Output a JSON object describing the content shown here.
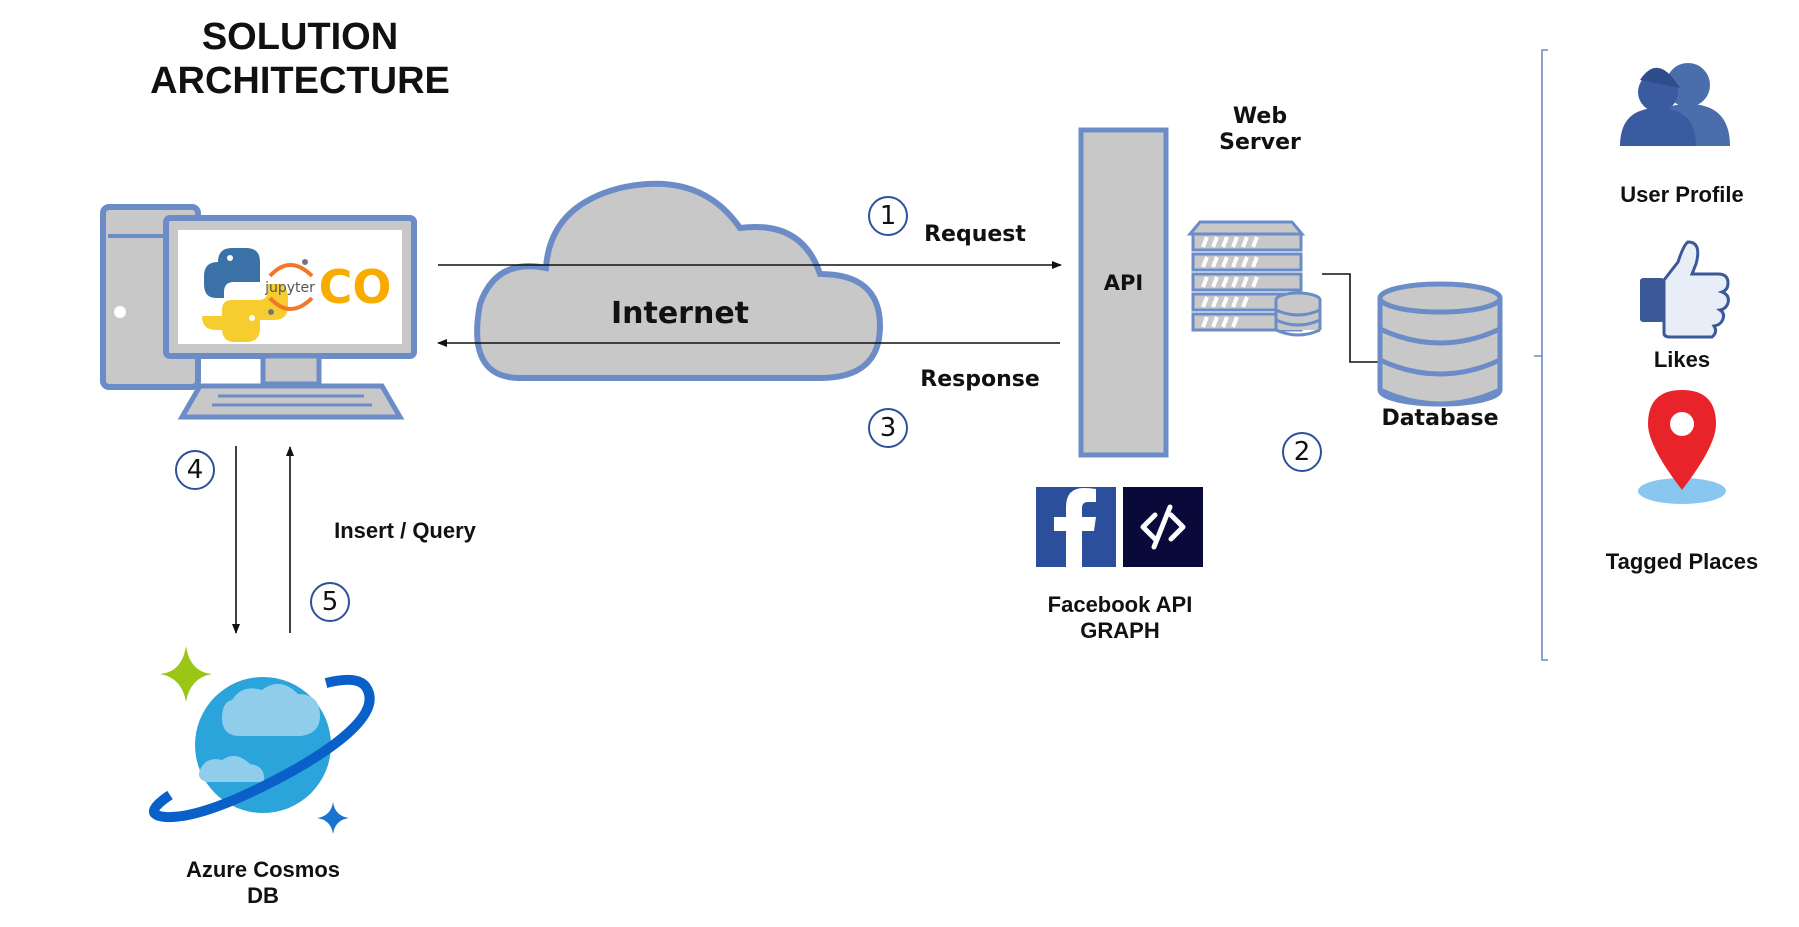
{
  "title": {
    "line1": "SOLUTION",
    "line2": "ARCHITECTURE"
  },
  "nodes": {
    "internet": "Internet",
    "api": "API",
    "web_server": {
      "line1": "Web",
      "line2": "Server"
    },
    "database": "Database",
    "facebook_api": {
      "line1": "Facebook API",
      "line2": "GRAPH"
    },
    "cosmos": {
      "line1": "Azure Cosmos",
      "line2": "DB"
    },
    "client_apps": {
      "jupyter": "jupyter",
      "colab": "CO"
    }
  },
  "edges": {
    "request": "Request",
    "response": "Response",
    "insert_query": "Insert / Query"
  },
  "steps": [
    "1",
    "2",
    "3",
    "4",
    "5"
  ],
  "data_types": [
    {
      "label": "User Profile",
      "icon": "users-icon"
    },
    {
      "label": "Likes",
      "icon": "thumbs-up-icon"
    },
    {
      "label": "Tagged Places",
      "icon": "map-pin-icon"
    }
  ],
  "colors": {
    "outline_blue": "#6b8cc7",
    "gray_fill": "#c8c8c8",
    "facebook_blue": "#3b5998",
    "step_circle": "#2e4f9c",
    "pin_red": "#e8232a",
    "cosmos_blue": "#1a73d1"
  }
}
